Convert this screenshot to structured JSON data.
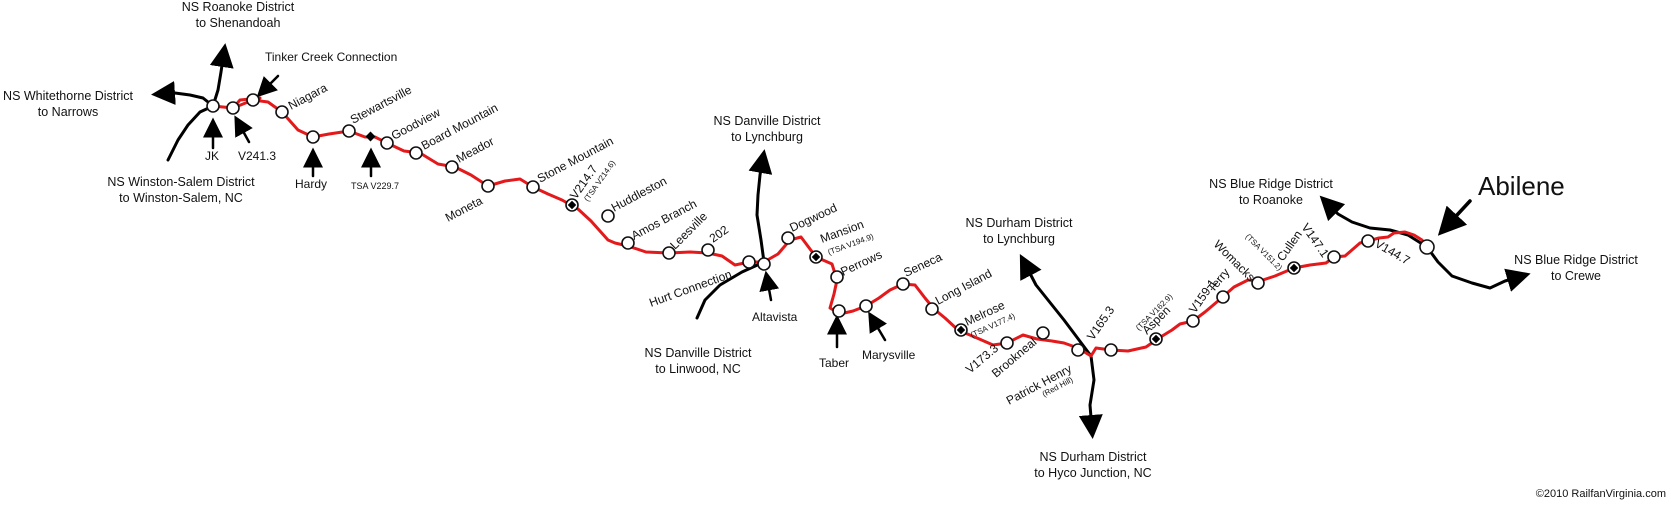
{
  "map": {
    "highlight": "Abilene",
    "copyright": "©2010 RailfanVirginia.com",
    "colors": {
      "route": "#e3191c",
      "connecting": "#000000",
      "station_fill": "#ffffff"
    },
    "stations": [
      {
        "name": "Niagara"
      },
      {
        "name": "Hardy"
      },
      {
        "name": "Stewartsville"
      },
      {
        "name": "Goodview"
      },
      {
        "name": "Board Mountain"
      },
      {
        "name": "Meador"
      },
      {
        "name": "Moneta"
      },
      {
        "name": "Stone Mountain"
      },
      {
        "name": "V214.7",
        "sub": "(TSA V214.6)"
      },
      {
        "name": "Huddleston"
      },
      {
        "name": "Amos Branch"
      },
      {
        "name": "Leesville"
      },
      {
        "name": "202"
      },
      {
        "name": "Hurt Connection"
      },
      {
        "name": "Altavista"
      },
      {
        "name": "Dogwood"
      },
      {
        "name": "Mansion",
        "sub": "(TSA V194.9)"
      },
      {
        "name": "Perrows"
      },
      {
        "name": "Taber"
      },
      {
        "name": "Marysville"
      },
      {
        "name": "Seneca"
      },
      {
        "name": "Long Island"
      },
      {
        "name": "Melrose",
        "sub": "(TSA V177.4)"
      },
      {
        "name": "V173.3"
      },
      {
        "name": "Brookneal"
      },
      {
        "name": "Patrick Henry",
        "sub": "(Red Hill)"
      },
      {
        "name": "V165.3"
      },
      {
        "name": "Aspen",
        "sub": "(TSA V162.9)"
      },
      {
        "name": "V159.1"
      },
      {
        "name": "Terry"
      },
      {
        "name": "Womacks"
      },
      {
        "name": "Cullen",
        "sub": "(TSA V151.2)"
      },
      {
        "name": "V147.1"
      },
      {
        "name": "V144.7"
      },
      {
        "name": "Abilene"
      },
      {
        "name": "JK"
      },
      {
        "name": "V241.3"
      },
      {
        "name": "Tinker Creek Connection"
      },
      {
        "name": "TSA V229.7"
      }
    ],
    "connections": [
      {
        "line1": "NS Roanoke District",
        "line2": "to Shenandoah"
      },
      {
        "line1": "NS Whitethorne District",
        "line2": "to Narrows"
      },
      {
        "line1": "NS Winston-Salem District",
        "line2": "to Winston-Salem, NC"
      },
      {
        "line1": "NS Danville District",
        "line2": "to Lynchburg"
      },
      {
        "line1": "NS Danville District",
        "line2": "to Linwood, NC"
      },
      {
        "line1": "NS Durham District",
        "line2": "to Lynchburg"
      },
      {
        "line1": "NS Durham District",
        "line2": "to Hyco Junction, NC"
      },
      {
        "line1": "NS Blue Ridge District",
        "line2": "to Roanoke"
      },
      {
        "line1": "NS Blue Ridge District",
        "line2": "to Crewe"
      }
    ]
  }
}
